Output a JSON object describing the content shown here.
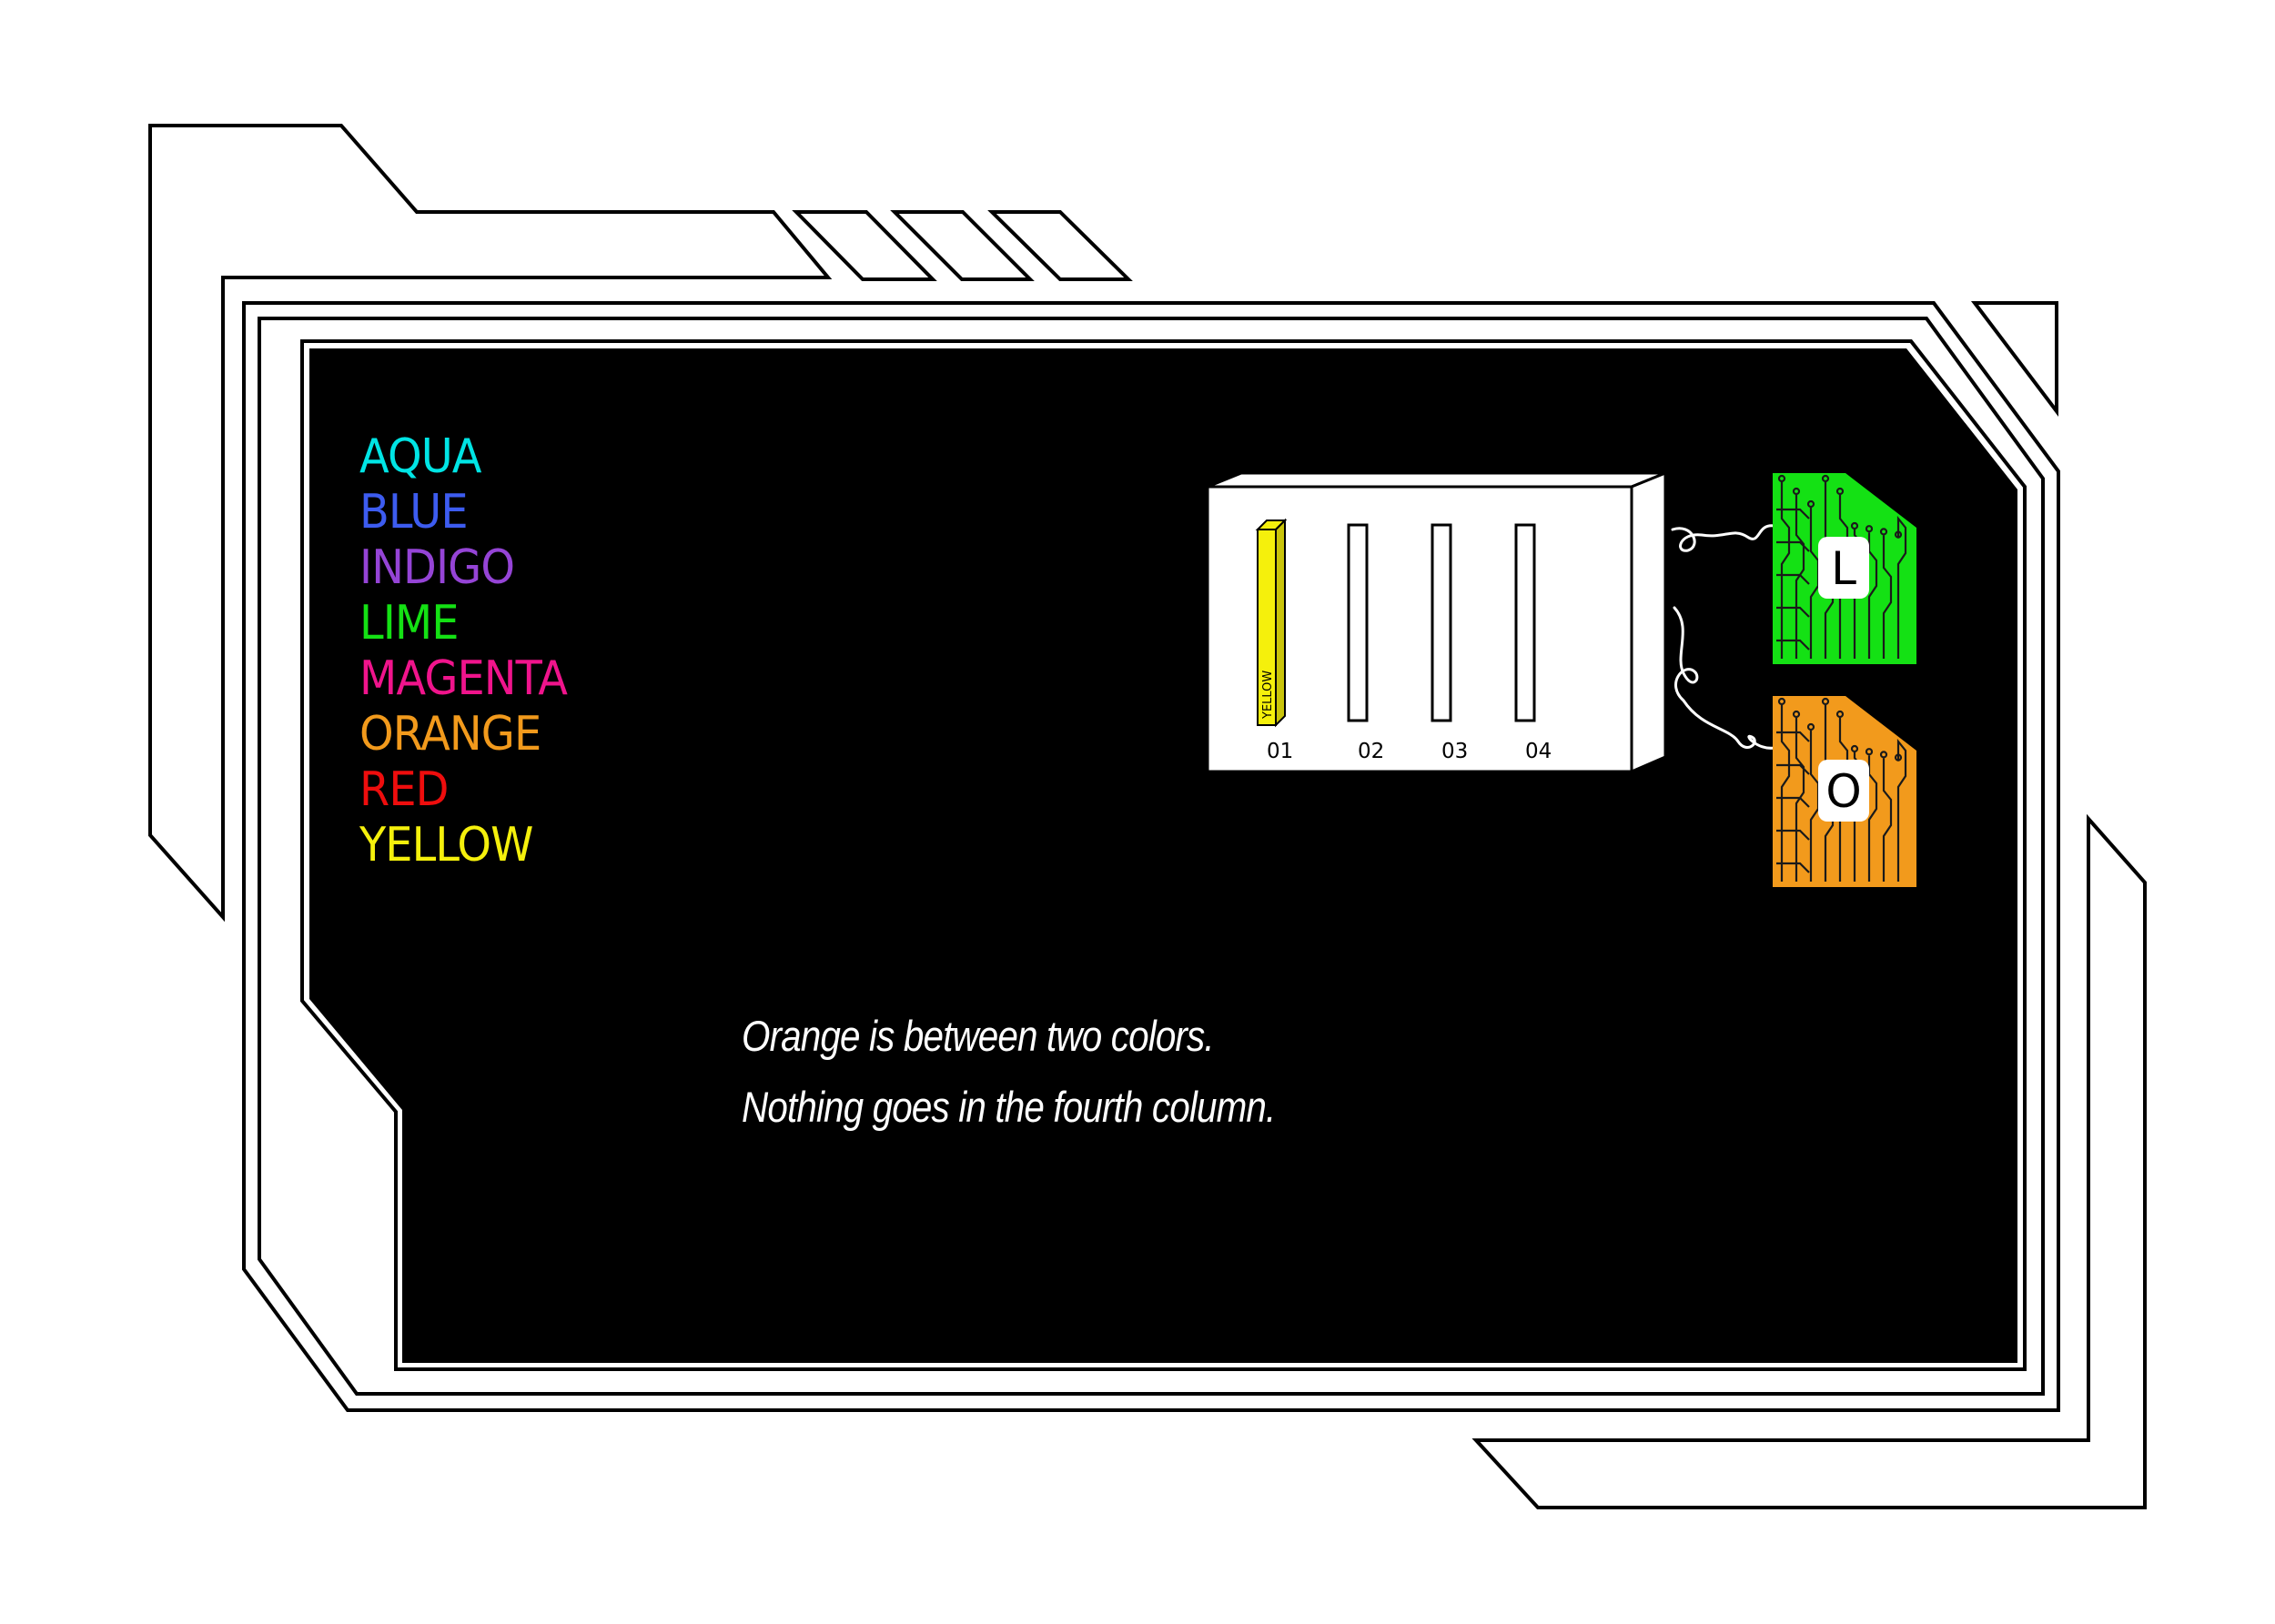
{
  "colors": [
    {
      "label": "AQUA",
      "hex": "#00e5e5"
    },
    {
      "label": "BLUE",
      "hex": "#3d5cf0"
    },
    {
      "label": "INDIGO",
      "hex": "#9544d6"
    },
    {
      "label": "LIME",
      "hex": "#14e114"
    },
    {
      "label": "MAGENTA",
      "hex": "#f0148c"
    },
    {
      "label": "ORANGE",
      "hex": "#f29a1c"
    },
    {
      "label": "RED",
      "hex": "#ee0d0d"
    },
    {
      "label": "YELLOW",
      "hex": "#f5f00c"
    }
  ],
  "rack": {
    "columns": [
      {
        "number": "01",
        "filled": true,
        "tube_label": "YELLOW",
        "tube_color": "#f5f00c"
      },
      {
        "number": "02",
        "filled": false
      },
      {
        "number": "03",
        "filled": false
      },
      {
        "number": "04",
        "filled": false
      }
    ]
  },
  "chips": [
    {
      "letter": "L",
      "color": "#14e114",
      "icon": "circuit-pattern"
    },
    {
      "letter": "O",
      "color": "#f29a1c",
      "icon": "circuit-pattern"
    }
  ],
  "clues": [
    "Orange is between two colors.",
    "Nothing goes in the fourth column."
  ],
  "theme": {
    "panel": "#000000",
    "frame": "#000000",
    "background": "#ffffff",
    "rack": "#ffffff"
  }
}
